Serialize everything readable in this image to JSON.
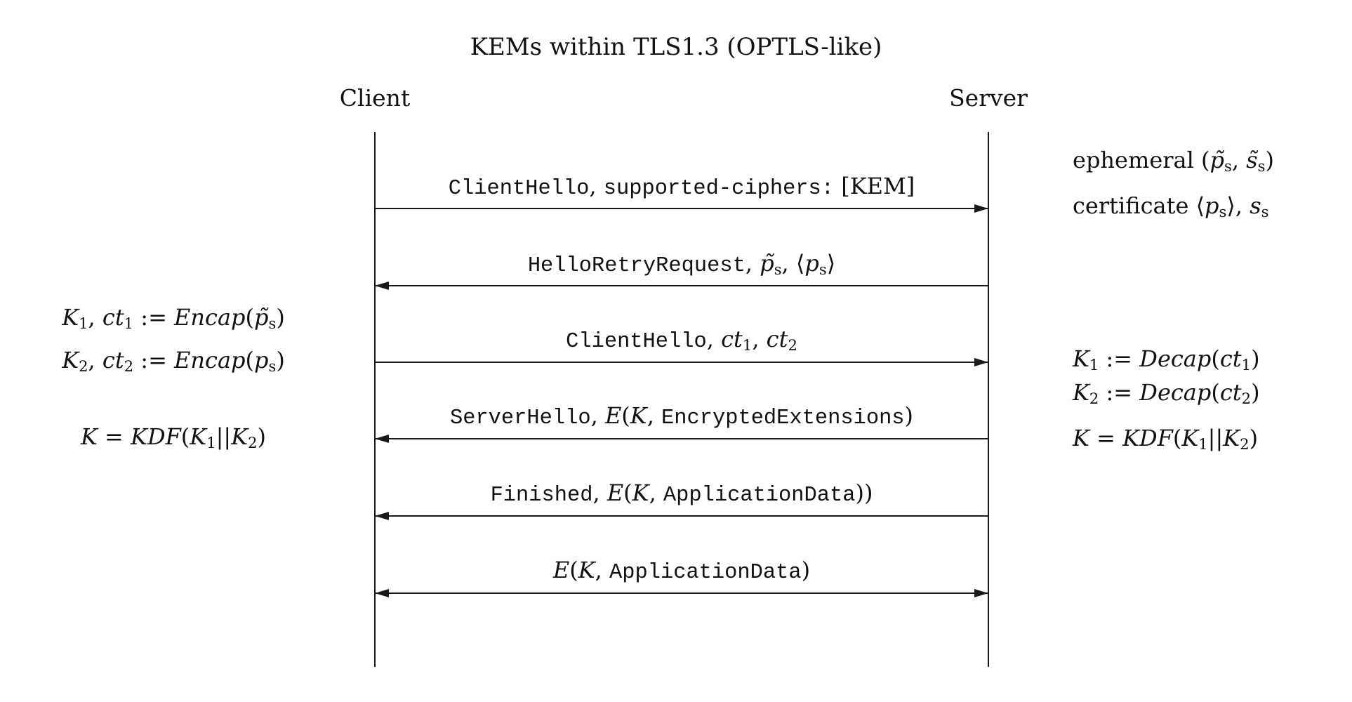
{
  "title": "KEMs within TLS1.3 (OPTLS-like)",
  "actors": {
    "client": "Client",
    "server": "Server"
  },
  "colors": {
    "ink": "#1a1a1a",
    "background": "#ffffff"
  },
  "messages": [
    {
      "id": "client-hello-1",
      "direction": "right",
      "segments": [
        {
          "t": "ClientHello",
          "f": "mono"
        },
        {
          "t": ", ",
          "f": "roman"
        },
        {
          "t": "supported-ciphers:",
          "f": "mono"
        },
        {
          "t": " [KEM]",
          "f": "roman"
        }
      ]
    },
    {
      "id": "hello-retry-request",
      "direction": "left",
      "segments": [
        {
          "t": "HelloRetryRequest",
          "f": "mono"
        },
        {
          "t": ", ",
          "f": "roman"
        },
        {
          "t": "p̃",
          "f": "math"
        },
        {
          "t": "s",
          "f": "sub"
        },
        {
          "t": ", ",
          "f": "roman"
        },
        {
          "t": "⟨",
          "f": "roman"
        },
        {
          "t": "p",
          "f": "math"
        },
        {
          "t": "s",
          "f": "sub"
        },
        {
          "t": "⟩",
          "f": "roman"
        }
      ]
    },
    {
      "id": "client-hello-2",
      "direction": "right",
      "segments": [
        {
          "t": "ClientHello",
          "f": "mono"
        },
        {
          "t": ", ",
          "f": "roman"
        },
        {
          "t": "ct",
          "f": "math"
        },
        {
          "t": "1",
          "f": "sub"
        },
        {
          "t": ", ",
          "f": "roman"
        },
        {
          "t": "ct",
          "f": "math"
        },
        {
          "t": "2",
          "f": "sub"
        }
      ]
    },
    {
      "id": "server-hello",
      "direction": "left",
      "segments": [
        {
          "t": "ServerHello",
          "f": "mono"
        },
        {
          "t": ", ",
          "f": "roman"
        },
        {
          "t": "E",
          "f": "math"
        },
        {
          "t": "(",
          "f": "roman"
        },
        {
          "t": "K",
          "f": "math"
        },
        {
          "t": ", ",
          "f": "roman"
        },
        {
          "t": "EncryptedExtensions",
          "f": "mono"
        },
        {
          "t": ")",
          "f": "roman"
        }
      ]
    },
    {
      "id": "finished",
      "direction": "left",
      "segments": [
        {
          "t": "Finished",
          "f": "mono"
        },
        {
          "t": ", ",
          "f": "roman"
        },
        {
          "t": "E",
          "f": "math"
        },
        {
          "t": "(",
          "f": "roman"
        },
        {
          "t": "K",
          "f": "math"
        },
        {
          "t": ", ",
          "f": "roman"
        },
        {
          "t": "ApplicationData",
          "f": "mono"
        },
        {
          "t": "))",
          "f": "roman"
        }
      ]
    },
    {
      "id": "application-data",
      "direction": "both",
      "segments": [
        {
          "t": "E",
          "f": "math"
        },
        {
          "t": "(",
          "f": "roman"
        },
        {
          "t": "K",
          "f": "math"
        },
        {
          "t": ", ",
          "f": "roman"
        },
        {
          "t": "ApplicationData",
          "f": "mono"
        },
        {
          "t": ")",
          "f": "roman"
        }
      ]
    }
  ],
  "side_notes": {
    "server_ephemeral": {
      "segments": [
        {
          "t": "ephemeral (",
          "f": "roman"
        },
        {
          "t": "p̃",
          "f": "math"
        },
        {
          "t": "s",
          "f": "sub"
        },
        {
          "t": ", ",
          "f": "roman"
        },
        {
          "t": "s̃",
          "f": "math"
        },
        {
          "t": "s",
          "f": "sub"
        },
        {
          "t": ")",
          "f": "roman"
        }
      ]
    },
    "server_certificate": {
      "segments": [
        {
          "t": "certificate ",
          "f": "roman"
        },
        {
          "t": "⟨",
          "f": "roman"
        },
        {
          "t": "p",
          "f": "math"
        },
        {
          "t": "s",
          "f": "sub"
        },
        {
          "t": "⟩",
          "f": "roman"
        },
        {
          "t": ", ",
          "f": "roman"
        },
        {
          "t": "s",
          "f": "math"
        },
        {
          "t": "s",
          "f": "sub"
        }
      ]
    },
    "client_encap_1": {
      "segments": [
        {
          "t": "K",
          "f": "math"
        },
        {
          "t": "1",
          "f": "sub"
        },
        {
          "t": ", ",
          "f": "roman"
        },
        {
          "t": "ct",
          "f": "math"
        },
        {
          "t": "1",
          "f": "sub"
        },
        {
          "t": " := ",
          "f": "roman"
        },
        {
          "t": "Encap",
          "f": "math"
        },
        {
          "t": "(",
          "f": "roman"
        },
        {
          "t": "p̃",
          "f": "math"
        },
        {
          "t": "s",
          "f": "sub"
        },
        {
          "t": ")",
          "f": "roman"
        }
      ]
    },
    "client_encap_2": {
      "segments": [
        {
          "t": "K",
          "f": "math"
        },
        {
          "t": "2",
          "f": "sub"
        },
        {
          "t": ", ",
          "f": "roman"
        },
        {
          "t": "ct",
          "f": "math"
        },
        {
          "t": "2",
          "f": "sub"
        },
        {
          "t": " := ",
          "f": "roman"
        },
        {
          "t": "Encap",
          "f": "math"
        },
        {
          "t": "(",
          "f": "roman"
        },
        {
          "t": "p",
          "f": "math"
        },
        {
          "t": "s",
          "f": "sub"
        },
        {
          "t": ")",
          "f": "roman"
        }
      ]
    },
    "client_kdf": {
      "segments": [
        {
          "t": "K",
          "f": "math"
        },
        {
          "t": " = ",
          "f": "roman"
        },
        {
          "t": "KDF",
          "f": "math"
        },
        {
          "t": "(",
          "f": "roman"
        },
        {
          "t": "K",
          "f": "math"
        },
        {
          "t": "1",
          "f": "sub"
        },
        {
          "t": "||",
          "f": "roman"
        },
        {
          "t": "K",
          "f": "math"
        },
        {
          "t": "2",
          "f": "sub"
        },
        {
          "t": ")",
          "f": "roman"
        }
      ]
    },
    "server_decap_1": {
      "segments": [
        {
          "t": "K",
          "f": "math"
        },
        {
          "t": "1",
          "f": "sub"
        },
        {
          "t": " := ",
          "f": "roman"
        },
        {
          "t": "Decap",
          "f": "math"
        },
        {
          "t": "(",
          "f": "roman"
        },
        {
          "t": "ct",
          "f": "math"
        },
        {
          "t": "1",
          "f": "sub"
        },
        {
          "t": ")",
          "f": "roman"
        }
      ]
    },
    "server_decap_2": {
      "segments": [
        {
          "t": "K",
          "f": "math"
        },
        {
          "t": "2",
          "f": "sub"
        },
        {
          "t": " := ",
          "f": "roman"
        },
        {
          "t": "Decap",
          "f": "math"
        },
        {
          "t": "(",
          "f": "roman"
        },
        {
          "t": "ct",
          "f": "math"
        },
        {
          "t": "2",
          "f": "sub"
        },
        {
          "t": ")",
          "f": "roman"
        }
      ]
    },
    "server_kdf": {
      "segments": [
        {
          "t": "K",
          "f": "math"
        },
        {
          "t": " = ",
          "f": "roman"
        },
        {
          "t": "KDF",
          "f": "math"
        },
        {
          "t": "(",
          "f": "roman"
        },
        {
          "t": "K",
          "f": "math"
        },
        {
          "t": "1",
          "f": "sub"
        },
        {
          "t": "||",
          "f": "roman"
        },
        {
          "t": "K",
          "f": "math"
        },
        {
          "t": "2",
          "f": "sub"
        },
        {
          "t": ")",
          "f": "roman"
        }
      ]
    }
  }
}
